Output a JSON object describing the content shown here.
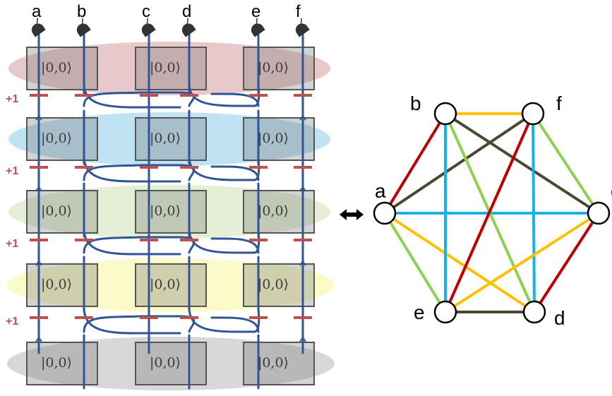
{
  "colors": {
    "layer_fills": [
      "#e8c9c9",
      "#bfe3f3",
      "#e4efd6",
      "#fbfac9",
      "#d8d8d8"
    ],
    "box_fill": "rgba(110,110,110,0.30)",
    "box_stroke": "#555555",
    "waveguide": "#2f5597",
    "phase_marker": "#c0504d",
    "detector": "#333333",
    "edge_red": "#c00000",
    "edge_dark": "#4a4733",
    "edge_blue": "#19b2e6",
    "edge_green": "#8fd14f",
    "edge_yellow": "#ffc000",
    "arrow": "#000000"
  },
  "circuit": {
    "detector_labels": [
      "a",
      "b",
      "c",
      "d",
      "e",
      "f"
    ],
    "box_label": "|0,0⟩",
    "phase_label": "+1",
    "layers": 5,
    "columns": 3
  },
  "graph": {
    "nodes": [
      {
        "id": "a",
        "label": "a"
      },
      {
        "id": "b",
        "label": "b"
      },
      {
        "id": "f",
        "label": "f"
      },
      {
        "id": "c",
        "label": "c"
      },
      {
        "id": "d",
        "label": "d"
      },
      {
        "id": "e",
        "label": "e"
      }
    ],
    "edges": [
      {
        "from": "a",
        "to": "b",
        "color": "red"
      },
      {
        "from": "a",
        "to": "f",
        "color": "dark"
      },
      {
        "from": "a",
        "to": "c",
        "color": "blue"
      },
      {
        "from": "a",
        "to": "e",
        "color": "green"
      },
      {
        "from": "a",
        "to": "d",
        "color": "yellow"
      },
      {
        "from": "b",
        "to": "f",
        "color": "yellow"
      },
      {
        "from": "b",
        "to": "e",
        "color": "blue"
      },
      {
        "from": "b",
        "to": "d",
        "color": "green"
      },
      {
        "from": "b",
        "to": "c",
        "color": "dark"
      },
      {
        "from": "f",
        "to": "e",
        "color": "red"
      },
      {
        "from": "f",
        "to": "d",
        "color": "blue"
      },
      {
        "from": "f",
        "to": "c",
        "color": "green"
      },
      {
        "from": "c",
        "to": "e",
        "color": "yellow"
      },
      {
        "from": "c",
        "to": "d",
        "color": "red"
      },
      {
        "from": "e",
        "to": "d",
        "color": "dark"
      }
    ]
  }
}
